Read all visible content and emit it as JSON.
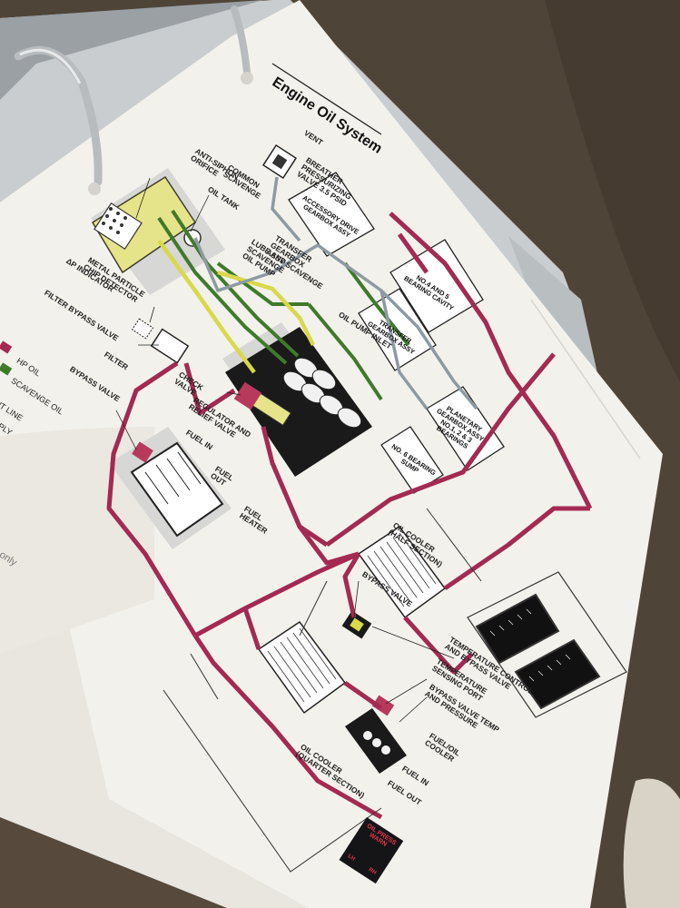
{
  "page": {
    "title": "Engine Oil System",
    "margin_note": "g only"
  },
  "labels": {
    "vent": "VENT",
    "breather": "BREATHER\nPRESSURIZING\nVALVE 3.5 PSID",
    "anti_siphon": "ANTI-SIPHON\nORIFICE",
    "common_scavenge": "COMMON\nSCAVENGE",
    "oil_tank": "OIL TANK",
    "chip_detector": "METAL PARTICLE\nCHIP DETECTOR",
    "p_indicator": "ΔP INDICATOR",
    "filter_bypass": "FILTER BYPASS VALVE",
    "filter": "FILTER",
    "bypass_valve": "BYPASS VALVE",
    "check_valve": "CHECK\nVALVE",
    "regulator": "REGULATOR AND\nRELIEF VALVE",
    "fuel_in_top": "FUEL IN",
    "fuel_out_top": "FUEL\nOUT",
    "fuel_heater": "FUEL\nHEATER",
    "lube_pump": "LUBE AND\nSCAVENGE\nOIL PUMP",
    "transfer_scavenge": "TRANSFER\nGEARBOX\nASSY SCAVENGE",
    "oil_pump_inlet": "OIL PUMP INLET",
    "oil_cooler_half": "OIL COOLER\n(HALF SECTION)",
    "bypass_valve_mid": "BYPASS VALVE",
    "temp_control": "TEMPERATURE CONTROL\nAND BYPASS VALVE",
    "temp_port": "TEMPERATURE\nSENSING PORT",
    "bypass_temp": "BYPASS VALVE TEMP\nAND PRESSURE",
    "fuel_oil_cooler": "FUEL/OIL\nCOOLER",
    "fuel_in_bottom": "FUEL IN",
    "fuel_out_bottom": "FUEL OUT",
    "oil_cooler_quarter": "OIL COOLER\n(QUARTER SECTION)"
  },
  "boxes": {
    "accessory": "ACCESSORY DRIVE\nGEARBOX ASSY",
    "bearing45": "NO.4 AND 5\nBEARING CAVITY",
    "transfer": "TRANSFER\nGEARBOX ASSY",
    "planetary": "PLANETARY\nGEARBOX ASSY\nNO.1, 2 & 3\nBEARINGS",
    "sump6": "NO. 6 BEARING\nSUMP"
  },
  "legend": {
    "items": [
      {
        "label": "HP OIL",
        "color": "#a32a52"
      },
      {
        "label": "SCAVENGE OIL",
        "color": "#3f7a2a"
      },
      {
        "label": "VENT LINE",
        "color": "#8d9aa3"
      },
      {
        "label": "SUPPLY",
        "color": "#d9d84a"
      }
    ]
  },
  "warning_light": {
    "line1": "OIL PRESS",
    "line2": "WARN",
    "left": "LH",
    "right": "RH"
  },
  "colors": {
    "hp_oil": "#a32a52",
    "scavenge": "#3f7a2a",
    "vent": "#8d9aa3",
    "supply": "#d9d84a",
    "paper": "#f3f1ec",
    "background": "#4a3f35"
  }
}
